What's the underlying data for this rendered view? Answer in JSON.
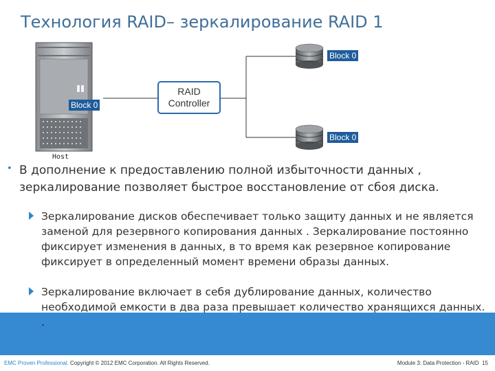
{
  "slide": {
    "title": "Технология RAID– зеркалирование RAID 1"
  },
  "diagram": {
    "host_label": "Host",
    "host_block_label": "Block 0",
    "controller_line1": "RAID",
    "controller_line2": "Controller",
    "disk_top_label": "Block 0",
    "disk_bottom_label": "Block 0"
  },
  "bullets": {
    "main": "В дополнение к предоставлению полной избыточности данных , зеркалирование позволяет быстрое восстановление от сбоя диска.",
    "sub1": "Зеркалирование дисков обеспечивает только защиту данных и не является заменой для резервного копирования данных . Зеркалирование постоянно фиксирует изменения в данных, в то время как резервное копирование фиксирует в определенный момент времени образы данных.",
    "sub2": "Зеркалирование включает в себя дублирование данных, количество необходимой емкости в два раза превышает количество хранящихся данных. ."
  },
  "footer": {
    "brand": "EMC Proven Professional.",
    "copyright": " Copyright © 2012 EMC Corporation. All Rights Reserved.",
    "module": "Module 3: Data Protection - RAID",
    "page_number": "15"
  },
  "colors": {
    "title": "#3f6f99",
    "accent_blue": "#2a84d0",
    "label_bg": "#1f5c9c"
  }
}
